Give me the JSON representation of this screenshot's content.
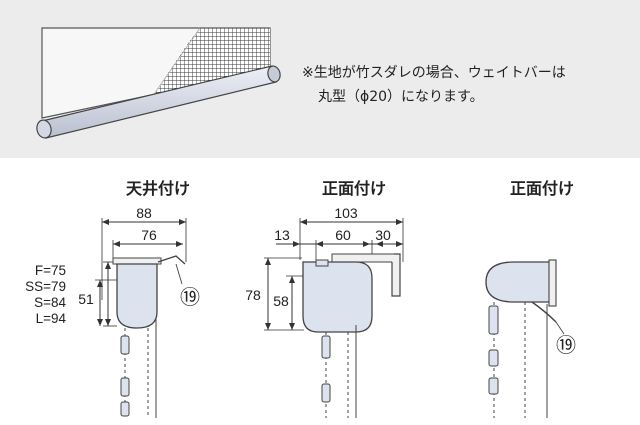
{
  "note": {
    "line1": "※生地が竹スダレの場合、ウェイトバーは",
    "line2": "丸型（ϕ20）になります。"
  },
  "sections": [
    {
      "title": "天井付け",
      "dims": {
        "overall": "88",
        "inner": "76",
        "height": "51"
      },
      "size_labels": [
        "F=75",
        "SS=79",
        "S=84",
        "L=94"
      ],
      "part_number": "⑲"
    },
    {
      "title": "正面付け",
      "dims": {
        "overall": "103",
        "left": "13",
        "middle": "60",
        "right": "30",
        "height_outer": "78",
        "height_inner": "58"
      }
    },
    {
      "title": "正面付け",
      "part_number": "⑲"
    }
  ],
  "colors": {
    "band": "#ececec",
    "body": "#dde2ef",
    "outline": "#444444"
  }
}
